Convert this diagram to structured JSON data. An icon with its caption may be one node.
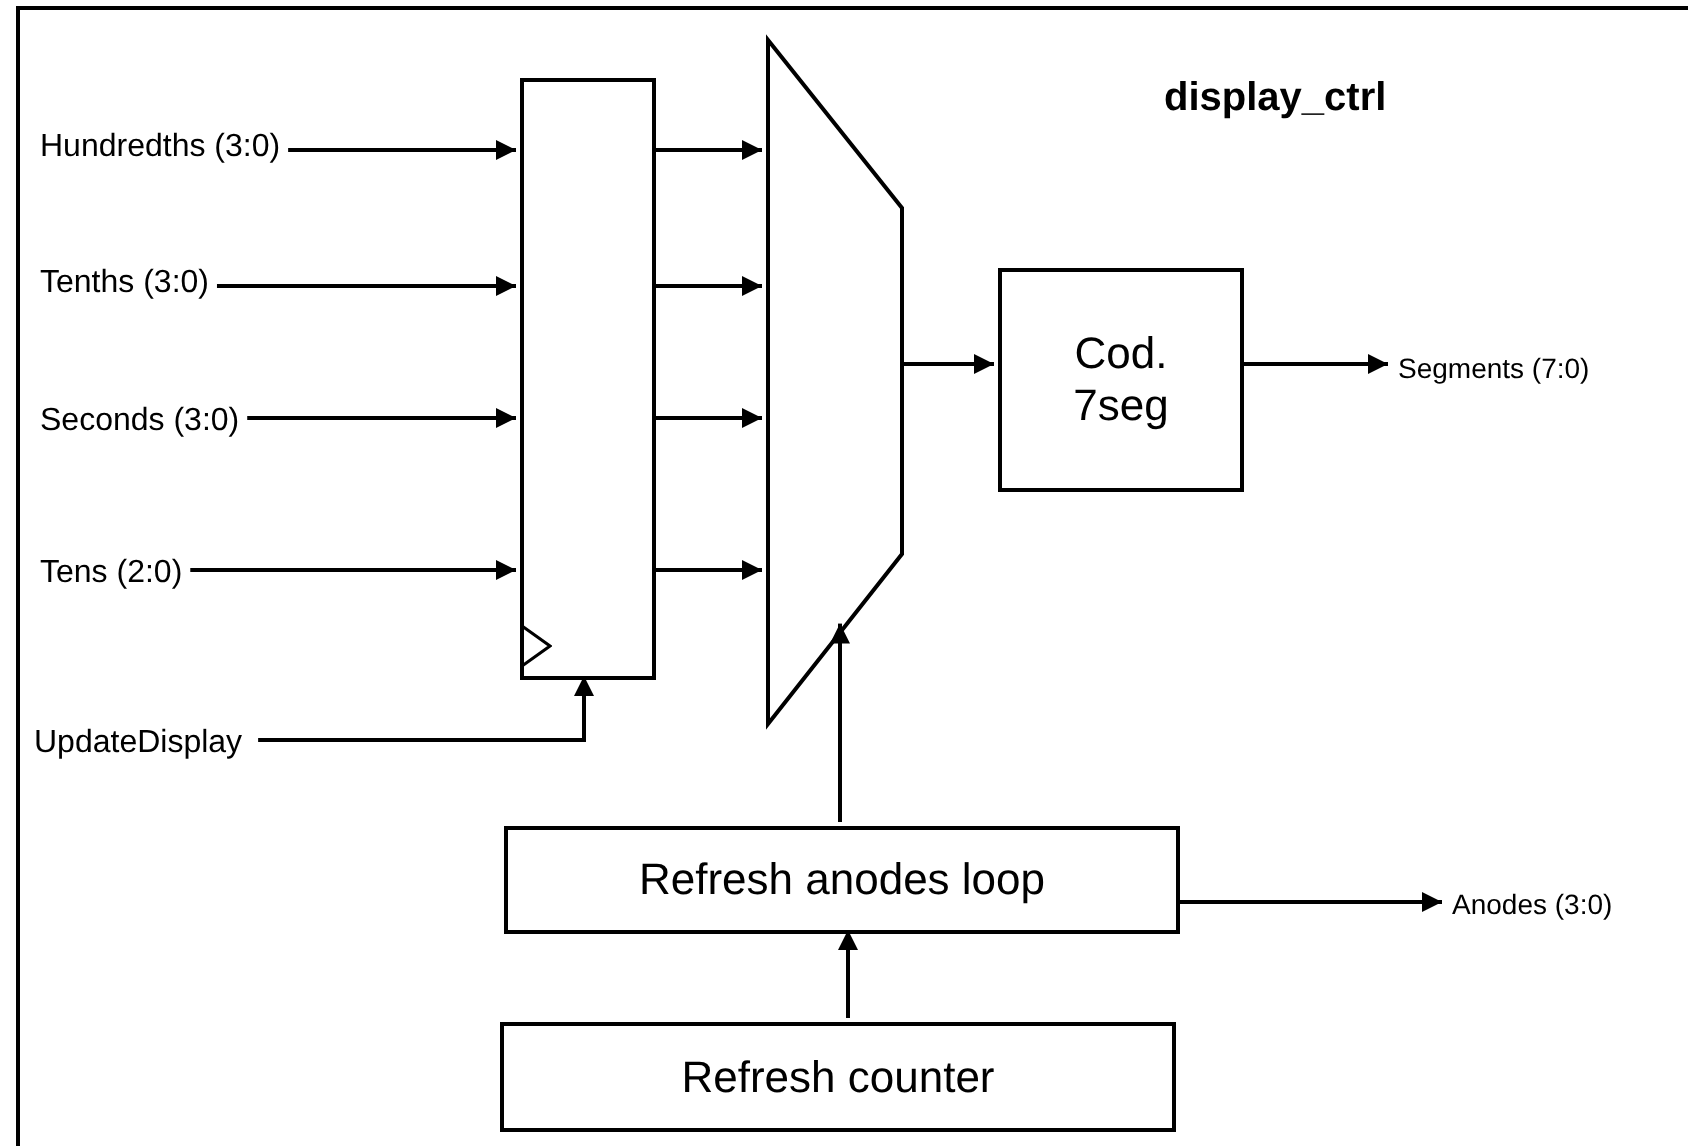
{
  "diagram": {
    "nodes": [
      {
        "text": [
          "display_ctrl"
        ]
      },
      {
        "text": [
          "Hundredths (3:0)"
        ],
        "in": 0
      },
      {
        "text": [
          "Tenths (3:0)"
        ],
        "in": 0
      },
      {
        "text": [
          "Seconds (3:0)"
        ],
        "in": 0
      },
      {
        "text": [
          "Tens (2:0)"
        ],
        "in": 0
      },
      {
        "text": [
          "UpdateDisplay"
        ],
        "in": 0
      },
      {
        "text": [],
        "shape": "box",
        "in": 0
      },
      {
        "text": [],
        "shape": "trapezoid",
        "in": 0
      },
      {
        "text": [
          "Cod. 7seg"
        ],
        "in": 0
      },
      {
        "text": [
          "Segments (7:0)"
        ],
        "in": 0
      },
      {
        "text": [
          "Refresh anodes loop"
        ],
        "in": 0
      },
      {
        "text": [
          "Anodes (3:0)"
        ],
        "in": 0
      },
      {
        "text": [
          "Refresh counter"
        ],
        "in": 0
      }
    ],
    "edges": [
      {
        "from": 1,
        "to": 6,
        "arrow": "to"
      },
      {
        "from": 2,
        "to": 6,
        "arrow": "to"
      },
      {
        "from": 3,
        "to": 6,
        "arrow": "to"
      },
      {
        "from": 4,
        "to": 6,
        "arrow": "to"
      },
      {
        "from": 6,
        "to": 7,
        "arrow": "to"
      },
      {
        "from": 6,
        "to": 7,
        "arrow": "to"
      },
      {
        "from": 6,
        "to": 7,
        "arrow": "to"
      },
      {
        "from": 6,
        "to": 7,
        "arrow": "to"
      },
      {
        "from": 5,
        "to": 6,
        "arrow": "to"
      },
      {
        "from": 7,
        "to": 8,
        "arrow": "to"
      },
      {
        "from": 8,
        "to": 9,
        "arrow": "to"
      },
      {
        "from": 10,
        "to": 7,
        "arrow": "to"
      },
      {
        "from": 10,
        "to": 11,
        "arrow": "to"
      },
      {
        "from": 12,
        "to": 10,
        "arrow": "to"
      }
    ]
  }
}
